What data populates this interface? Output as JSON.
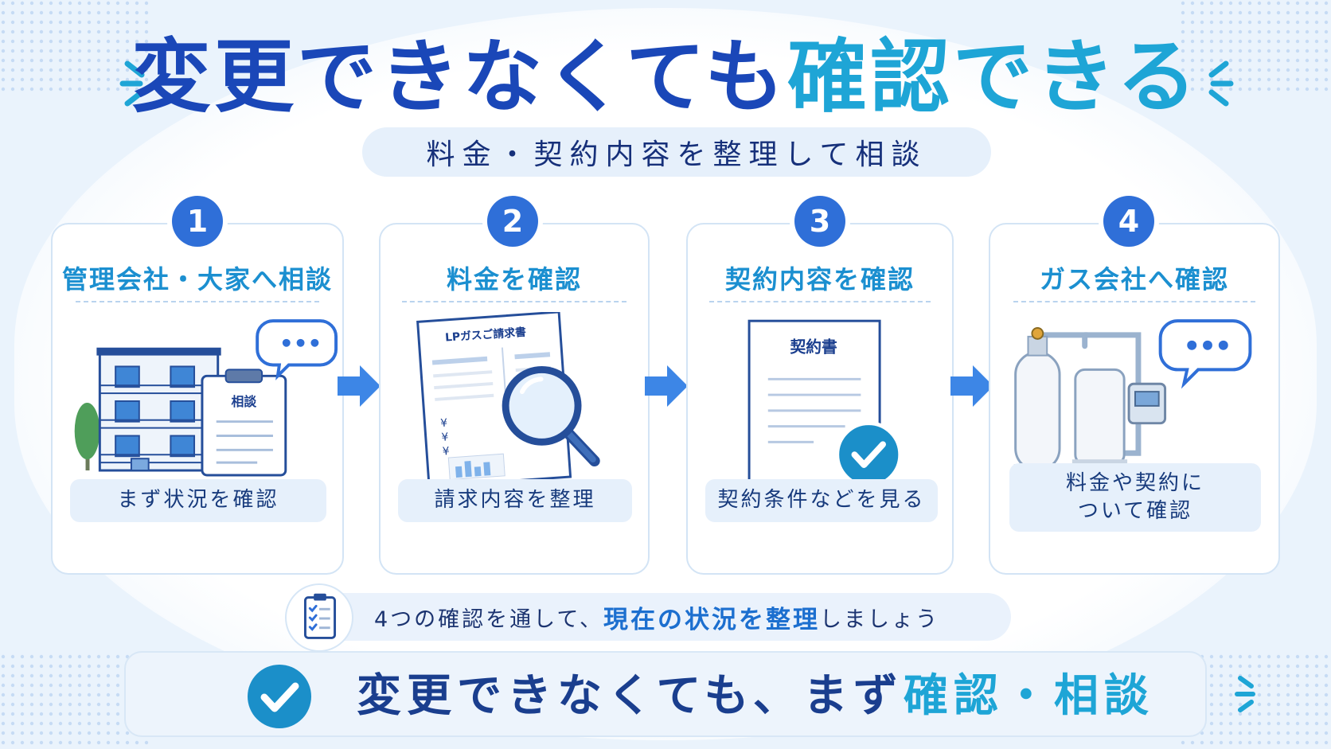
{
  "header": {
    "title_part1": "変更できなくても",
    "title_part2": "確認できる",
    "subtitle": "料金・契約内容を整理して相談"
  },
  "steps": [
    {
      "number": "1",
      "title": "管理会社・大家へ相談",
      "clipboard_text": "相談",
      "label": "まず状況を確認"
    },
    {
      "number": "2",
      "title": "料金を確認",
      "invoice_title": "LPガスご請求書",
      "yen": [
        "¥",
        "¥",
        "¥"
      ],
      "label": "請求内容を整理"
    },
    {
      "number": "3",
      "title": "契約内容を確認",
      "doc_title": "契約書",
      "label": "契約条件などを見る"
    },
    {
      "number": "4",
      "title": "ガス会社へ確認",
      "label_line1": "料金や契約に",
      "label_line2": "ついて確認"
    }
  ],
  "note": {
    "text_part1": "4つの確認を通して、",
    "text_highlight": "現在の状況を整理",
    "text_part2": "しましょう"
  },
  "footer": {
    "text_part1": "変更できなくても、まず",
    "text_part2": "確認・相談"
  },
  "colors": {
    "primary_dark": "#1a47b8",
    "primary_light": "#1ea5d6",
    "step_badge": "#2f6fd8",
    "arrow": "#3d86e6",
    "panel_bg": "#e6f0fb"
  },
  "icons": [
    "building-icon",
    "speech-bubble-icon",
    "clipboard-icon",
    "invoice-icon",
    "magnifier-icon",
    "contract-icon",
    "check-badge-icon",
    "gas-tank-icon",
    "gas-meter-icon",
    "arrow-right-icon",
    "checklist-icon",
    "check-circle-icon",
    "sparkle-icon"
  ]
}
